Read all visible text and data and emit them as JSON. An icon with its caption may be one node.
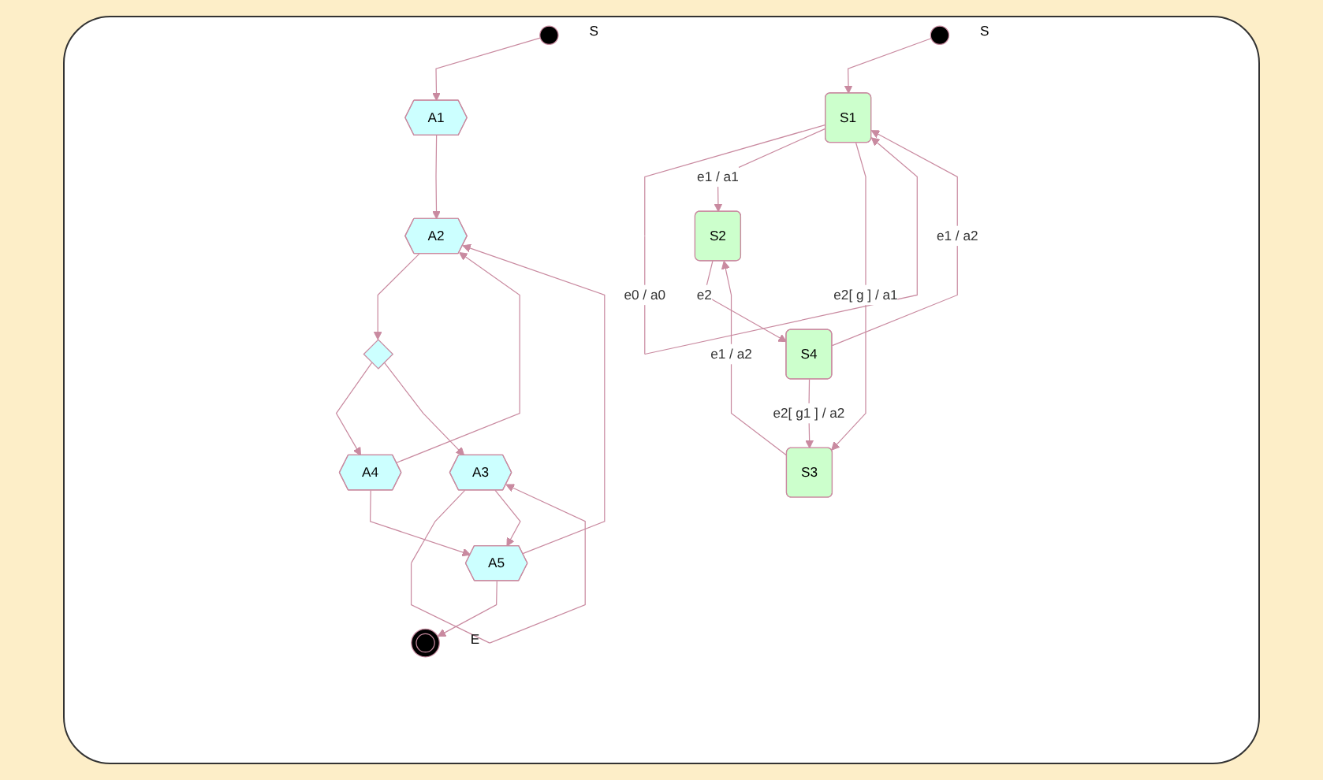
{
  "diagram": {
    "nodes": [
      {
        "text": [],
        "shape": "circle",
        "beside": [
          "S"
        ]
      },
      {
        "text": [
          "A1"
        ]
      },
      {
        "text": [
          "A2"
        ]
      },
      {
        "text": [],
        "shape": "diamond"
      },
      {
        "text": [
          "A4"
        ]
      },
      {
        "text": [
          "A3"
        ]
      },
      {
        "text": [
          "A5"
        ]
      },
      {
        "text": [],
        "shape": "circle",
        "beside": [
          "E"
        ]
      },
      {
        "text": [],
        "shape": "circle",
        "beside": [
          "S"
        ]
      },
      {
        "text": [
          "S1"
        ]
      },
      {
        "text": [
          "S2"
        ]
      },
      {
        "text": [
          "S3"
        ]
      },
      {
        "text": [
          "S4"
        ]
      }
    ],
    "edges": [
      {
        "from": 0,
        "to": 1,
        "arrow": "to"
      },
      {
        "from": 1,
        "to": 2,
        "arrow": "to"
      },
      {
        "from": 2,
        "to": 3,
        "arrow": "to"
      },
      {
        "from": 3,
        "to": 4,
        "arrow": "to"
      },
      {
        "from": 3,
        "to": 5,
        "arrow": "to"
      },
      {
        "from": 5,
        "to": 5,
        "arrow": "to"
      },
      {
        "from": 4,
        "to": 2,
        "arrow": "to"
      },
      {
        "from": 4,
        "to": 6,
        "arrow": "to"
      },
      {
        "from": 5,
        "to": 6,
        "arrow": "to"
      },
      {
        "from": 6,
        "to": 2,
        "arrow": "to"
      },
      {
        "from": 6,
        "to": 7,
        "arrow": "to"
      },
      {
        "from": 8,
        "to": 9,
        "arrow": "to"
      },
      {
        "from": 9,
        "to": 9,
        "label": "e0 / a0",
        "arrow": "to"
      },
      {
        "from": 9,
        "to": 10,
        "label": "e1 / a1",
        "arrow": "to"
      },
      {
        "from": 9,
        "to": 11,
        "label": "e2[ g ] / a1",
        "arrow": "to"
      },
      {
        "from": 11,
        "to": 10,
        "label": "e1 / a2",
        "arrow": "to"
      },
      {
        "from": 10,
        "to": 12,
        "label": "e2",
        "arrow": "to"
      },
      {
        "from": 12,
        "to": 11,
        "label": "e2[ g1 ] / a2",
        "arrow": "to"
      },
      {
        "from": 12,
        "to": 9,
        "label": "e1 / a2",
        "arrow": "to"
      }
    ]
  }
}
